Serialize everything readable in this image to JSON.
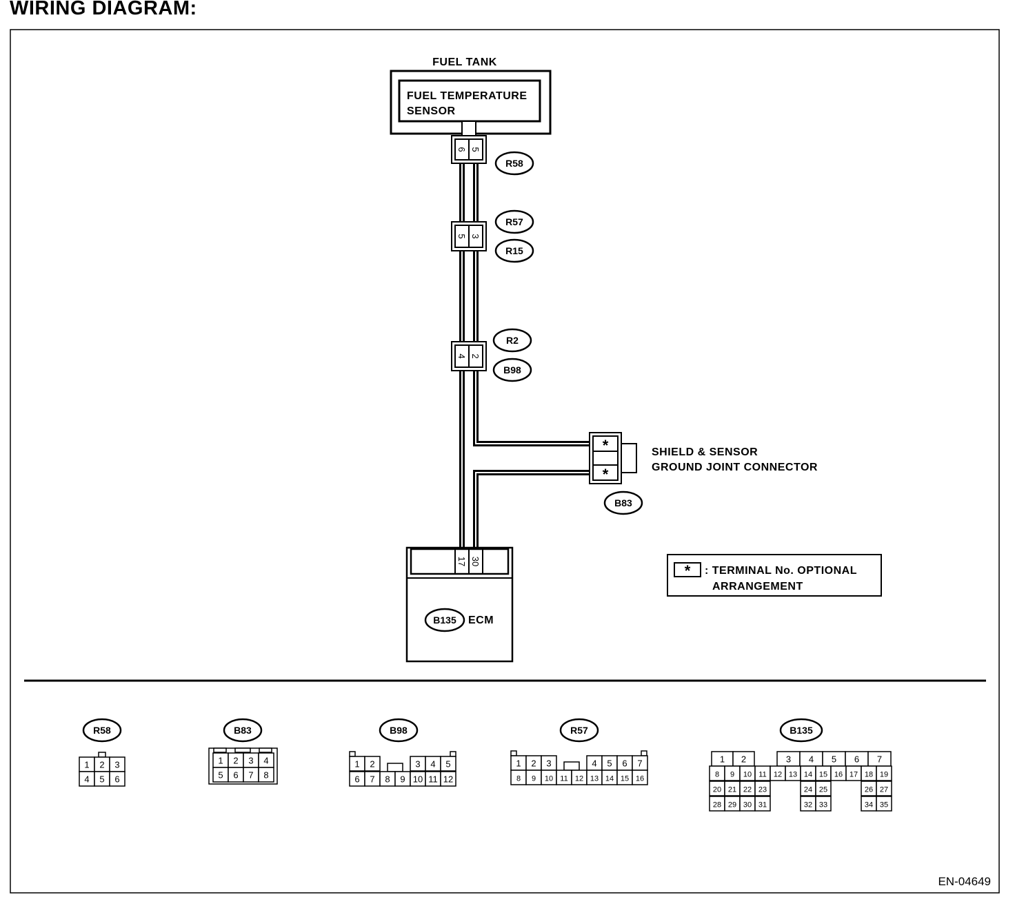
{
  "page": {
    "title": "WIRING DIAGRAM:",
    "figure_id": "EN-04649"
  },
  "fuel_tank": {
    "label": "FUEL TANK"
  },
  "sensor": {
    "line1": "FUEL TEMPERATURE",
    "line2": "SENSOR"
  },
  "connectors": {
    "r58": {
      "id": "R58",
      "left_pin": "6",
      "right_pin": "5"
    },
    "r57_r15": {
      "id_top": "R57",
      "id_bottom": "R15",
      "left_pin": "5",
      "right_pin": "3"
    },
    "r2_b98": {
      "id_top": "R2",
      "id_bottom": "B98",
      "left_pin": "4",
      "right_pin": "2"
    }
  },
  "joint": {
    "line1": "SHIELD & SENSOR",
    "line2": "GROUND JOINT CONNECTOR",
    "id": "B83",
    "pin_top": "*",
    "pin_bottom": "*"
  },
  "ecm": {
    "id": "B135",
    "label": "ECM",
    "left_pin": "17",
    "right_pin": "30"
  },
  "legend": {
    "symbol": "*",
    "line1": ": TERMINAL No. OPTIONAL",
    "line2": "ARRANGEMENT"
  },
  "connector_views": {
    "r58": {
      "id": "R58",
      "row1": [
        "1",
        "2",
        "3"
      ],
      "row2": [
        "4",
        "5",
        "6"
      ]
    },
    "b83": {
      "id": "B83",
      "row1": [
        "1",
        "2",
        "3",
        "4"
      ],
      "row2": [
        "5",
        "6",
        "7",
        "8"
      ]
    },
    "b98": {
      "id": "B98",
      "row1": [
        "1",
        "2",
        "3",
        "4",
        "5"
      ],
      "row2": [
        "6",
        "7",
        "8",
        "9",
        "10",
        "11",
        "12"
      ]
    },
    "r57": {
      "id": "R57",
      "row1": [
        "1",
        "2",
        "3",
        "4",
        "5",
        "6",
        "7"
      ],
      "row2": [
        "8",
        "9",
        "10",
        "11",
        "12",
        "13",
        "14",
        "15",
        "16"
      ]
    },
    "b135": {
      "id": "B135",
      "row1": [
        "1",
        "2",
        "3",
        "4",
        "5",
        "6",
        "7"
      ],
      "row2": [
        "8",
        "9",
        "10",
        "11",
        "12",
        "13",
        "14",
        "15",
        "16",
        "17",
        "18",
        "19"
      ],
      "row3": [
        "20",
        "21",
        "22",
        "23",
        "24",
        "25",
        "26",
        "27"
      ],
      "row4": [
        "28",
        "29",
        "30",
        "31",
        "32",
        "33",
        "34",
        "35"
      ]
    }
  }
}
